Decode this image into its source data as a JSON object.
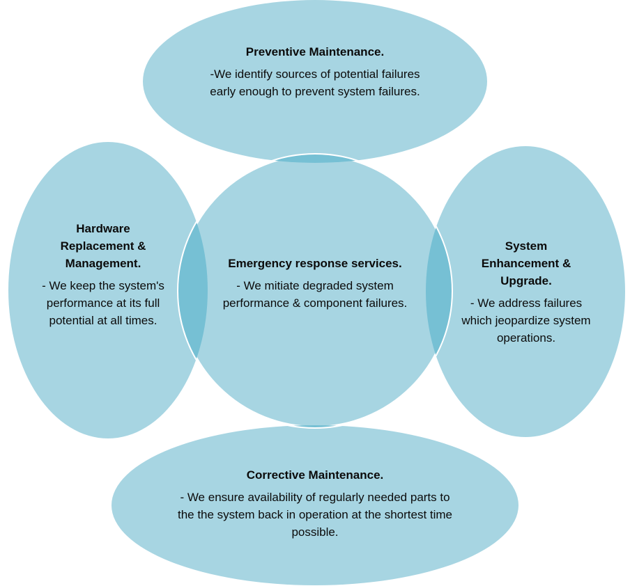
{
  "diagram": {
    "colors": {
      "fill": "#a7d5e2",
      "overlap": "#76c0d4",
      "outline": "#ffffff",
      "text": "#0b0b0b"
    },
    "center": {
      "title": "Emergency response services.",
      "description": "- We mitiate degraded system performance & component failures."
    },
    "top": {
      "title": "Preventive Maintenance.",
      "description": "-We identify sources of potential failures early enough to prevent system failures."
    },
    "left": {
      "title": "Hardware Replacement & Management.",
      "description": "- We keep the system's performance at its full potential at all times."
    },
    "right": {
      "title": "System Enhancement & Upgrade.",
      "description": "- We address failures which jeopardize system operations."
    },
    "bottom": {
      "title": "Corrective Maintenance.",
      "description": "- We ensure availability of regularly needed parts to the the system back in operation at the shortest time possible."
    }
  }
}
